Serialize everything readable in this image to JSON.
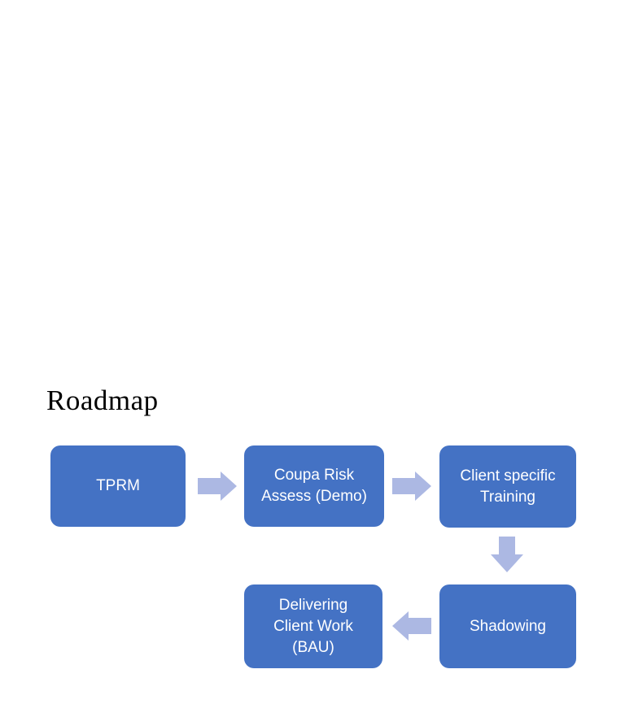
{
  "title": "Roadmap",
  "colors": {
    "box": "#4472C4",
    "boxText": "#ffffff",
    "arrow": "#ACB8E3",
    "background": "#ffffff",
    "titleText": "#000000"
  },
  "flowchart": {
    "nodes": [
      {
        "id": "tprm",
        "label": "TPRM"
      },
      {
        "id": "coupa",
        "label": "Coupa Risk Assess (Demo)"
      },
      {
        "id": "training",
        "label": "Client specific Training"
      },
      {
        "id": "shadowing",
        "label": "Shadowing"
      },
      {
        "id": "bau",
        "label": "Delivering Client Work (BAU)"
      }
    ],
    "connectors": [
      {
        "from": "tprm",
        "to": "coupa",
        "direction": "right"
      },
      {
        "from": "coupa",
        "to": "training",
        "direction": "right"
      },
      {
        "from": "training",
        "to": "shadowing",
        "direction": "down"
      },
      {
        "from": "shadowing",
        "to": "bau",
        "direction": "left"
      }
    ]
  }
}
